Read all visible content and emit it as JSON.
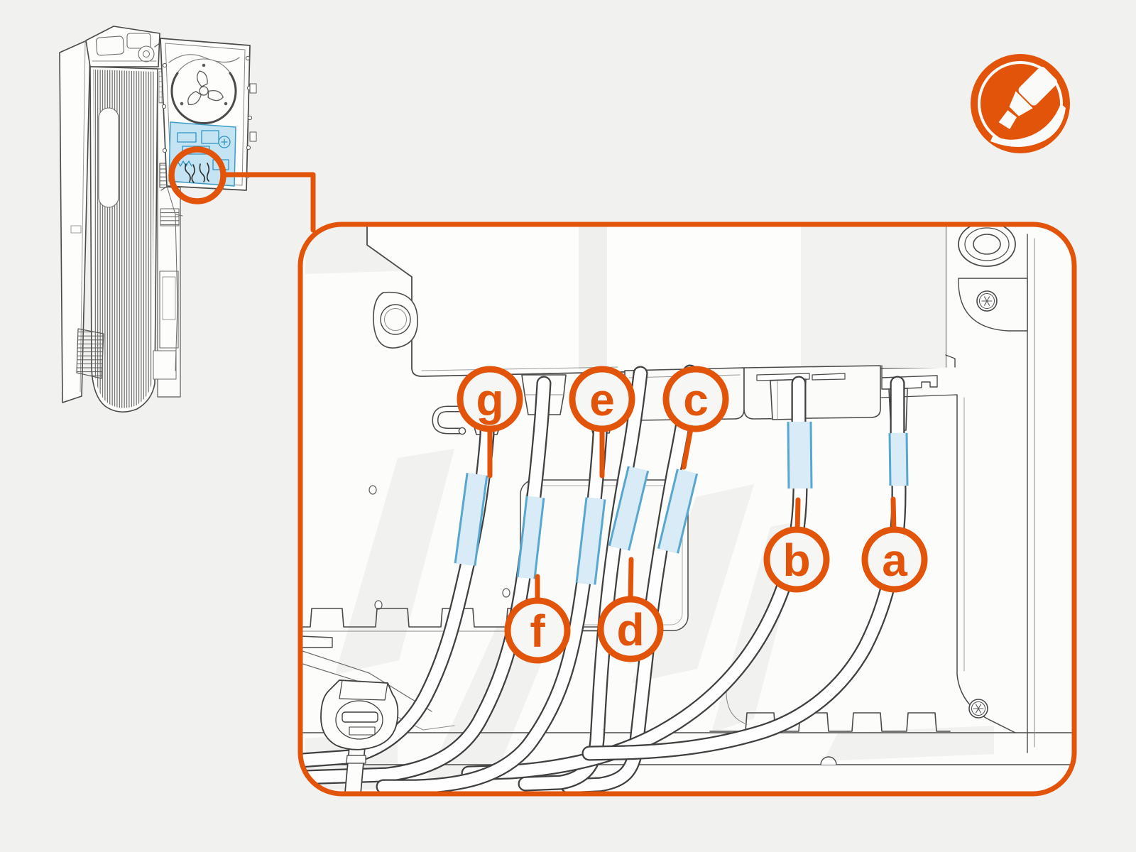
{
  "colors": {
    "accent_orange": "#e2540a",
    "highlight_blue_fill": "#d8ebf7",
    "highlight_blue_stroke": "#58a7ce",
    "door_box_blue_fill": "#bee0f2",
    "door_box_blue_stroke": "#3c9cc6",
    "line_color": "#3f3f3f",
    "background": "#f1f1ef",
    "panel_white": "#fcfcfb"
  },
  "badge": {
    "icon": "highlighter-marker-icon"
  },
  "overview": {
    "highlight_icon": "zoom-highlight-circle-icon"
  },
  "callout": {
    "labels": {
      "a": "a",
      "b": "b",
      "c": "c",
      "d": "d",
      "e": "e",
      "f": "f",
      "g": "g"
    }
  }
}
